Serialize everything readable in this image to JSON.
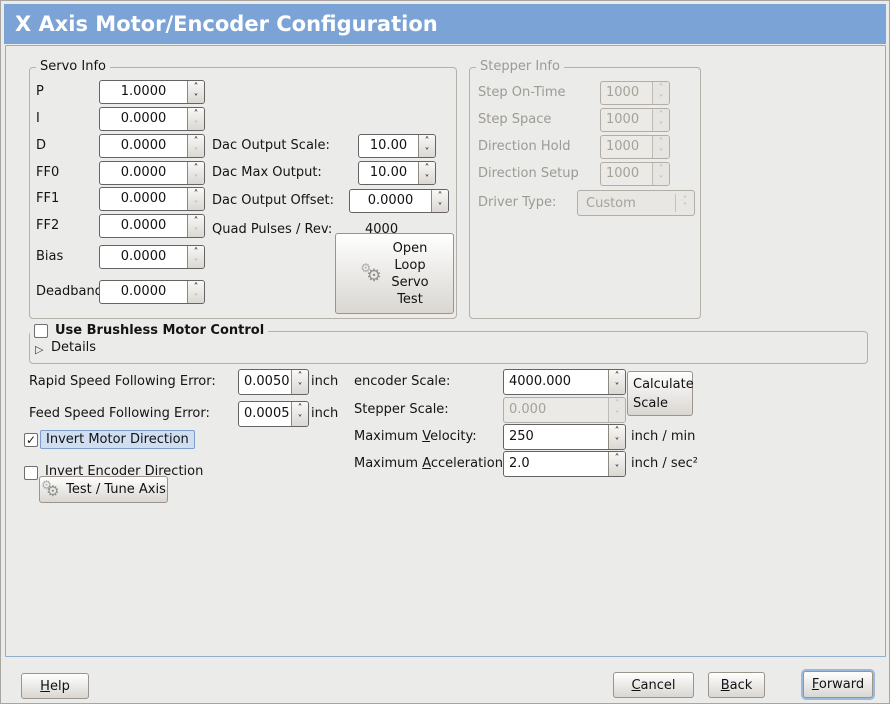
{
  "title": "X Axis Motor/Encoder Configuration",
  "icons": {
    "spin_up": "˄",
    "spin_down": "˅",
    "check": "✓",
    "expander": "▷",
    "gear": "⚙"
  },
  "servo_info": {
    "legend": "Servo Info",
    "rows": [
      {
        "label": "P",
        "value": "1.0000"
      },
      {
        "label": "I",
        "value": "0.0000"
      },
      {
        "label": "D",
        "value": "0.0000"
      },
      {
        "label": "FF0",
        "value": "0.0000"
      },
      {
        "label": "FF1",
        "value": "0.0000"
      },
      {
        "label": "FF2",
        "value": "0.0000"
      },
      {
        "label": "Bias",
        "value": "0.0000"
      },
      {
        "label": "Deadband",
        "value": "0.0000"
      }
    ]
  },
  "dac": {
    "rows": [
      {
        "label": "Dac Output Scale:",
        "value": "10.00"
      },
      {
        "label": "Dac Max Output:",
        "value": "10.00"
      },
      {
        "label": "Dac Output Offset:",
        "value": "0.0000"
      }
    ],
    "quad_label": "Quad Pulses / Rev:",
    "quad_value": "4000"
  },
  "open_loop": {
    "lines": [
      "Open",
      "Loop",
      "Servo",
      "Test"
    ]
  },
  "stepper_info": {
    "legend": "Stepper Info",
    "rows": [
      {
        "label": "Step On-Time",
        "value": "1000"
      },
      {
        "label": "Step Space",
        "value": "1000"
      },
      {
        "label": "Direction Hold",
        "value": "1000"
      },
      {
        "label": "Direction Setup",
        "value": "1000"
      }
    ],
    "driver_label": "Driver Type:",
    "driver_value": "Custom"
  },
  "brushless": {
    "label": "Use Brushless Motor Control",
    "details": "Details"
  },
  "errors": {
    "rapid_label": "Rapid Speed Following Error:",
    "rapid_value": "0.0050",
    "rapid_unit": "inch",
    "feed_label": "Feed Speed Following Error:",
    "feed_value": "0.0005",
    "feed_unit": "inch"
  },
  "scales": {
    "encoder_label": "encoder Scale:",
    "encoder_value": "4000.000",
    "calc_lines": [
      "Calculate",
      "Scale"
    ],
    "stepper_label": "Stepper Scale:",
    "stepper_value": "0.000",
    "velocity": {
      "pre": "Maximum ",
      "mn": "V",
      "post": "elocity:",
      "value": "250",
      "unit": "inch / min"
    },
    "acceleration": {
      "pre": "Maximum ",
      "mn": "A",
      "post": "cceleration:",
      "value": "2.0",
      "unit": "inch / sec²"
    }
  },
  "inverts": {
    "motor": "Invert Motor Direction",
    "encoder": "Invert Encoder Direction",
    "test_button": "Test / Tune Axis"
  },
  "footer": {
    "help": {
      "pre": "",
      "mn": "H",
      "post": "elp"
    },
    "cancel": {
      "pre": "",
      "mn": "C",
      "post": "ancel"
    },
    "back": {
      "pre": "",
      "mn": "B",
      "post": "ack"
    },
    "forward": {
      "pre": "",
      "mn": "F",
      "post": "orward"
    }
  },
  "colors": {
    "titlebar": "#7ba3d5",
    "content_border": "#92accd",
    "frame_border": "#b5b1a9",
    "highlight_bg": "#cfdef1",
    "highlight_border": "#7d9ec8",
    "disabled_text": "#9d9a92"
  }
}
